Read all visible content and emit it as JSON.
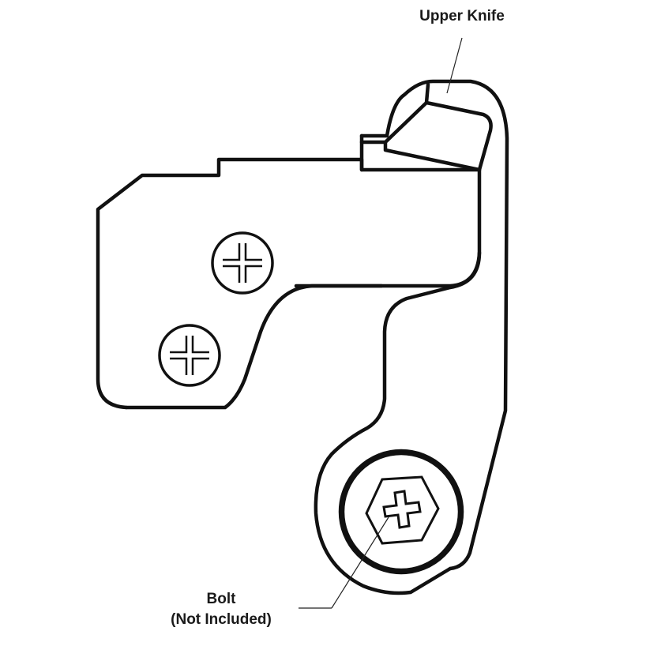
{
  "labels": {
    "upper_knife": "Upper Knife",
    "bolt_line1": "Bolt",
    "bolt_line2": "(Not Included)"
  },
  "colors": {
    "stroke": "#111111",
    "background": "#ffffff"
  },
  "icons": {
    "screw_top": "phillips-screw-icon",
    "screw_bottom": "phillips-screw-icon",
    "bolt": "hex-bolt-icon"
  }
}
